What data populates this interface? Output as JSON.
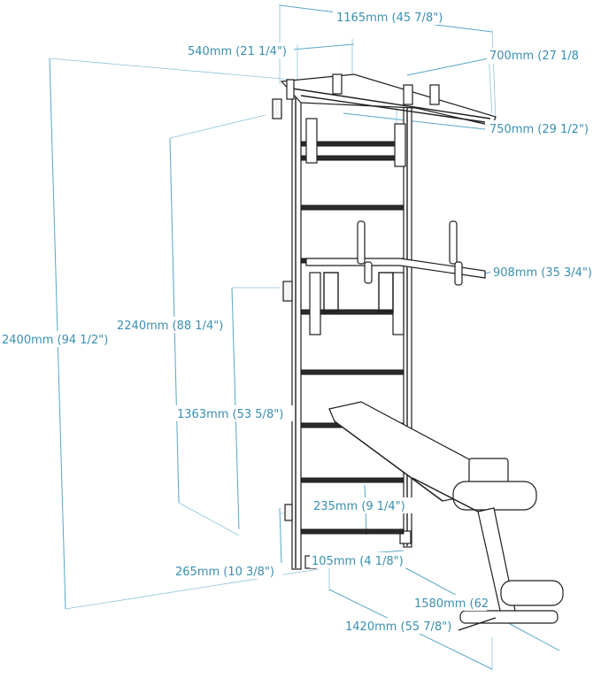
{
  "colors": {
    "dimension": "#3a8fb0",
    "dimension_line": "#5aa6c6",
    "equipment": "#1f1f1f"
  },
  "dimensions": {
    "total_width": "1165mm (45 7/8\")",
    "bar_width": "540mm (21 1/4\")",
    "pullup_depth": "700mm (27 1/8",
    "pullup_reach": "750mm (29 1/2\")",
    "dip_depth": "908mm (35 3/4\")",
    "total_height": "2400mm (94 1/2\")",
    "dip_height": "2240mm (88 1/4\")",
    "bench_mount_height": "1363mm (53 5/8\")",
    "rung_spacing": "235mm (9 1/4\")",
    "bottom_offset": "265mm (10 3/8\")",
    "base_depth": "105mm (4 1/8\")",
    "bench_length": "1580mm (62",
    "floor_length": "1420mm (55 7/8\")"
  }
}
